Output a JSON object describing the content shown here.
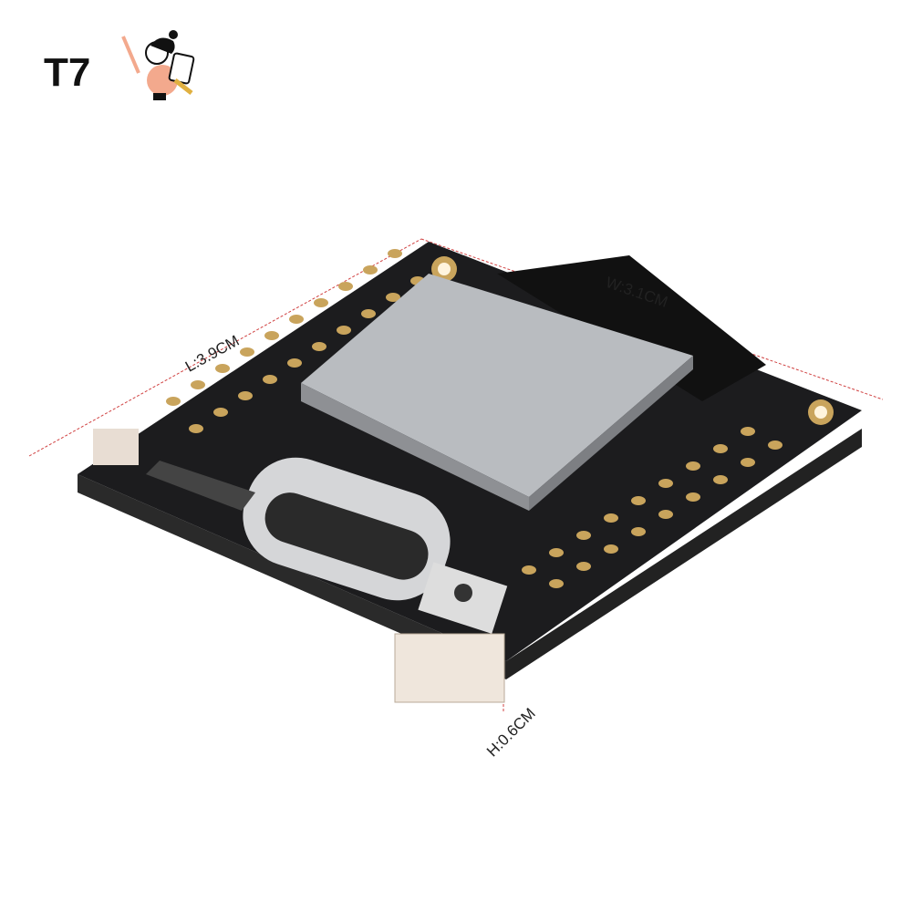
{
  "header": {
    "model": "T7",
    "mascot_icon": "woman-with-tablet-illustration"
  },
  "dimensions": {
    "length": "L:3.9CM",
    "width": "W:3.1CM",
    "height": "H:0.6CM"
  },
  "colors": {
    "pcb": "#1c1c1e",
    "gold_pad": "#c9a45c",
    "module": "#b9bcc0",
    "dimension_line": "#d04040"
  }
}
